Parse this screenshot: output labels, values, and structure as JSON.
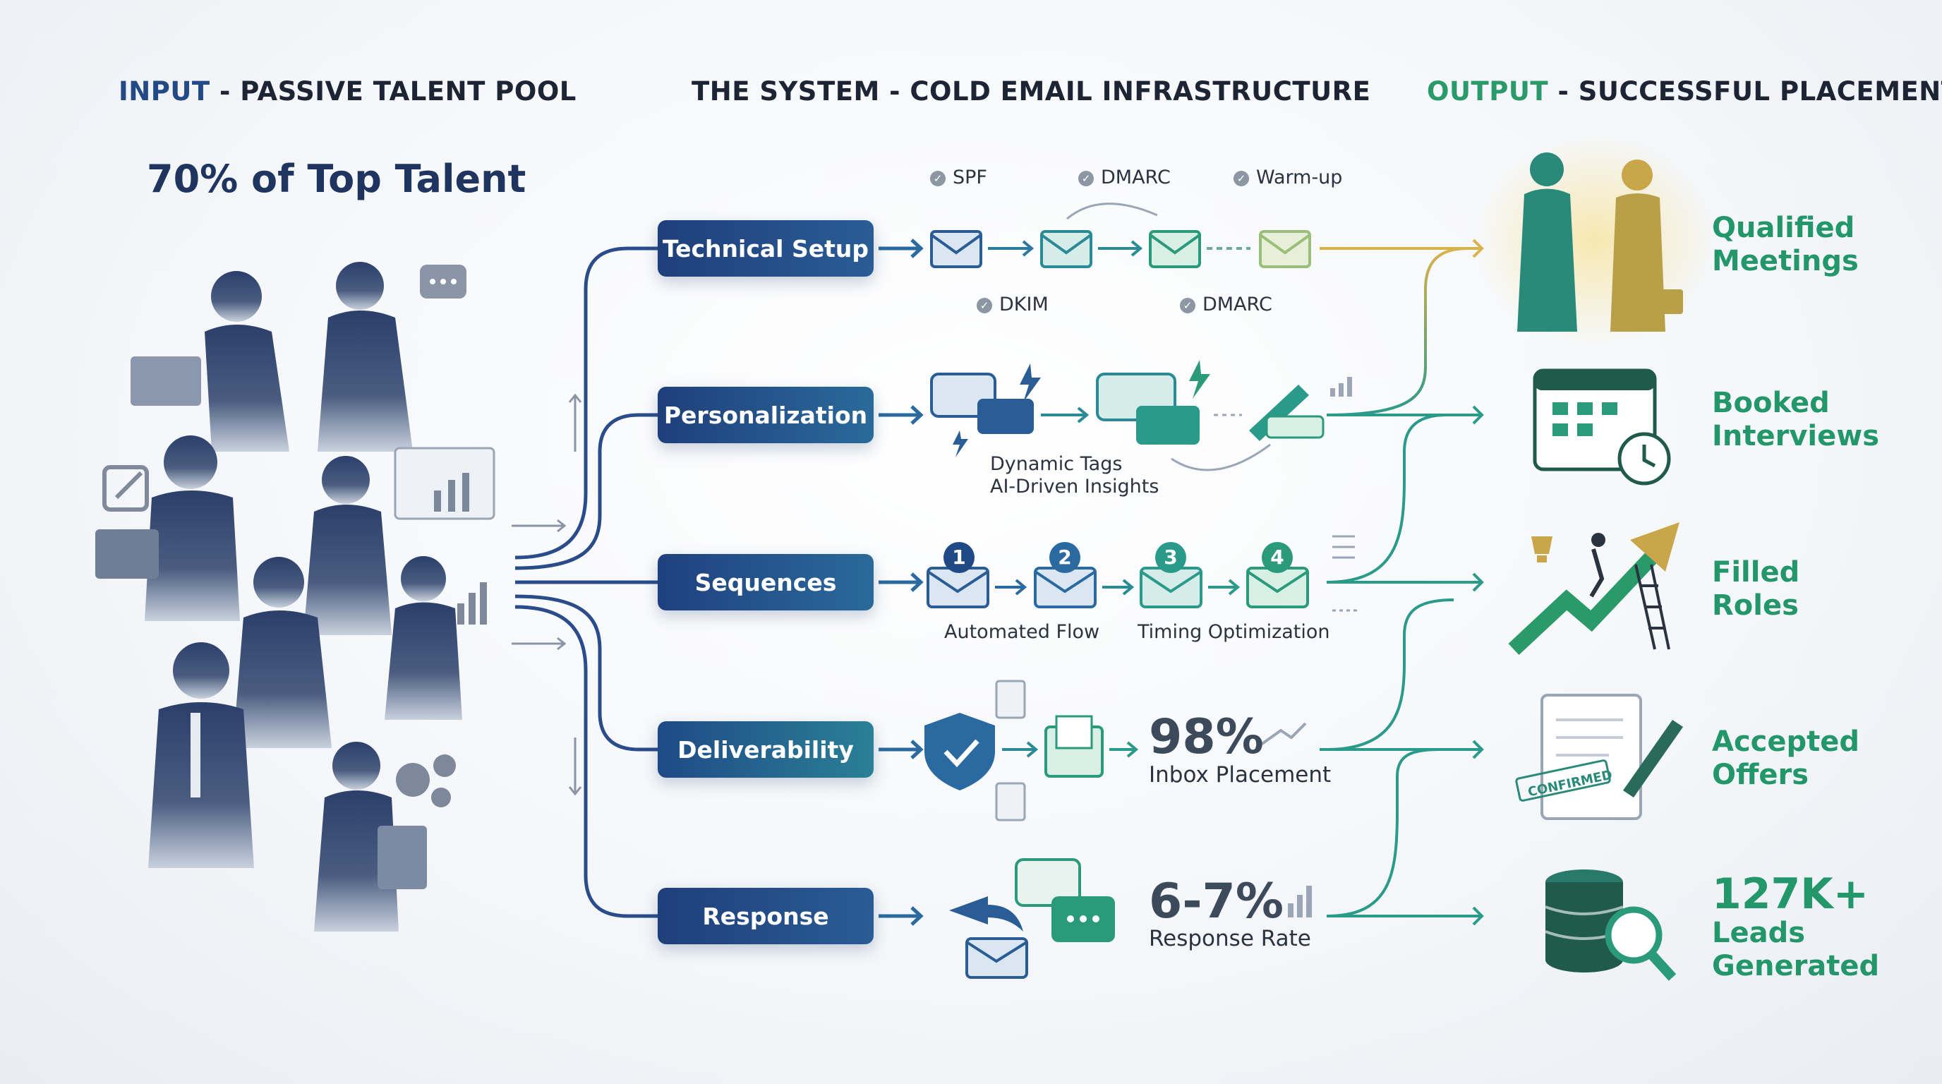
{
  "headers": {
    "input_key": "INPUT",
    "input_rest": " - PASSIVE TALENT POOL",
    "system": "THE SYSTEM - COLD EMAIL INFRASTRUCTURE",
    "output_key": "OUTPUT",
    "output_rest": " - SUCCESSFUL PLACEMENTS"
  },
  "input_stat": "70% of Top Talent",
  "stages": [
    {
      "label": "Technical Setup"
    },
    {
      "label": "Personalization"
    },
    {
      "label": "Sequences"
    },
    {
      "label": "Deliverability"
    },
    {
      "label": "Response"
    }
  ],
  "technical": {
    "top_checks": [
      "SPF",
      "DMARC",
      "Warm-up"
    ],
    "bottom_checks": [
      "DKIM",
      "DMARC"
    ]
  },
  "personalization": {
    "line1": "Dynamic Tags",
    "line2": "AI-Driven Insights"
  },
  "sequences": {
    "steps": [
      "1",
      "2",
      "3",
      "4"
    ],
    "label_a": "Automated Flow",
    "label_b": "Timing Optimization"
  },
  "deliverability": {
    "value": "98%",
    "caption": "Inbox Placement",
    "stamp": "CONFIRMED"
  },
  "response": {
    "value": "6-7%",
    "caption": "Response Rate"
  },
  "outputs": [
    {
      "line1": "Qualified",
      "line2": "Meetings"
    },
    {
      "line1": "Booked",
      "line2": "Interviews"
    },
    {
      "line1": "Filled",
      "line2": "Roles"
    },
    {
      "line1": "Accepted",
      "line2": "Offers"
    },
    {
      "line1": "127K+",
      "line2": "Leads",
      "line3": "Generated"
    }
  ],
  "colors": {
    "navy": "#1f3f7a",
    "teal": "#2a9a8a",
    "green": "#2a9a6a",
    "gold": "#d9b24a"
  }
}
